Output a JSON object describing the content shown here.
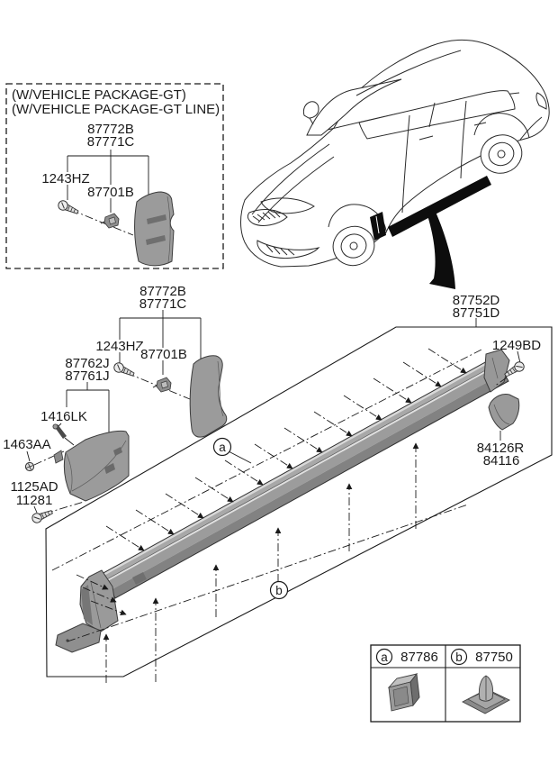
{
  "doc": {
    "kind": "body-side-moulding parts diagram",
    "background": "#ffffff",
    "line_color": "#1a1a1a",
    "part_gray": "#9a9a9a",
    "highlight_black": "#0d0d0d"
  },
  "gt": {
    "title1": "(W/VEHICLE PACKAGE-GT)",
    "title2": "(W/VEHICLE PACKAGE-GT LINE)",
    "part_top": "87772B",
    "part_bottom": "87771C",
    "screw": "1243HZ",
    "clip": "87701B"
  },
  "front": {
    "part_top": "87772B",
    "part_bottom": "87771C",
    "screw": "1243HZ",
    "clip": "87701B"
  },
  "center": {
    "part_top": "87762J",
    "part_bottom": "87761J",
    "pin": "1416LK",
    "clip": "1463AA",
    "bolt_top": "1125AD",
    "bolt_bottom": "11281"
  },
  "sill": {
    "part_top": "87752D",
    "part_bottom": "87751D",
    "screw": "1249BD",
    "guard_top": "84126R",
    "guard_bottom": "84116"
  },
  "callouts": {
    "a": "a",
    "b": "b"
  },
  "legend": {
    "a_key": "a",
    "a_part": "87786",
    "b_key": "b",
    "b_part": "87750"
  }
}
